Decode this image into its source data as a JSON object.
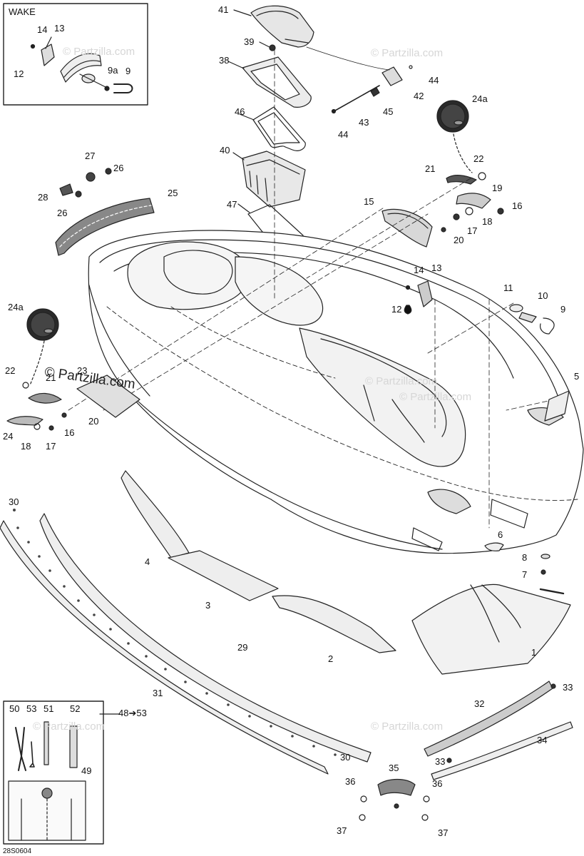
{
  "wake_box": {
    "title": "WAKE"
  },
  "kit_box": {
    "ref": "48➔53"
  },
  "footer_code": "28S0604",
  "watermarks": [
    "© Partzilla.com",
    "© Partzilla.com",
    "© Partzilla.com",
    "© Partzilla.com",
    "© Partzilla.com",
    "© Partzilla.com"
  ],
  "watermark_dark": "© Partzilla.com",
  "callouts": {
    "c41": "41",
    "c39": "39",
    "c38": "38",
    "c46": "46",
    "c40": "40",
    "c47": "47",
    "c44a": "44",
    "c42": "42",
    "c45": "45",
    "c43": "43",
    "c44b": "44",
    "c24a_top": "24a",
    "c22_top": "22",
    "c21": "21",
    "c19": "19",
    "c16_top": "16",
    "c15": "15",
    "c18_top": "18",
    "c17_top": "17",
    "c20_top": "20",
    "c27": "27",
    "c26a": "26",
    "c28": "28",
    "c26b": "26",
    "c25": "25",
    "w14": "14",
    "w13": "13",
    "w12": "12",
    "w9a": "9a",
    "w9": "9",
    "c14": "14",
    "c13": "13",
    "c12": "12",
    "c11": "11",
    "c10": "10",
    "c9": "9",
    "c24a_left": "24a",
    "c22_left": "22",
    "c23": "23",
    "c21_left": "21",
    "c20_left": "20",
    "c24": "24",
    "c18_left": "18",
    "c17_left": "17",
    "c16_left": "16",
    "c5": "5",
    "c6": "6",
    "c8": "8",
    "c7": "7",
    "c4": "4",
    "c3": "3",
    "c2": "2",
    "c1": "1",
    "c30a": "30",
    "c29": "29",
    "c31": "31",
    "c30b": "30",
    "c32": "32",
    "c33a": "33",
    "c34": "34",
    "c33b": "33",
    "c35": "35",
    "c36a": "36",
    "c36b": "36",
    "c37a": "37",
    "c37b": "37",
    "k50": "50",
    "k53": "53",
    "k51": "51",
    "k52": "52",
    "k49": "49"
  }
}
